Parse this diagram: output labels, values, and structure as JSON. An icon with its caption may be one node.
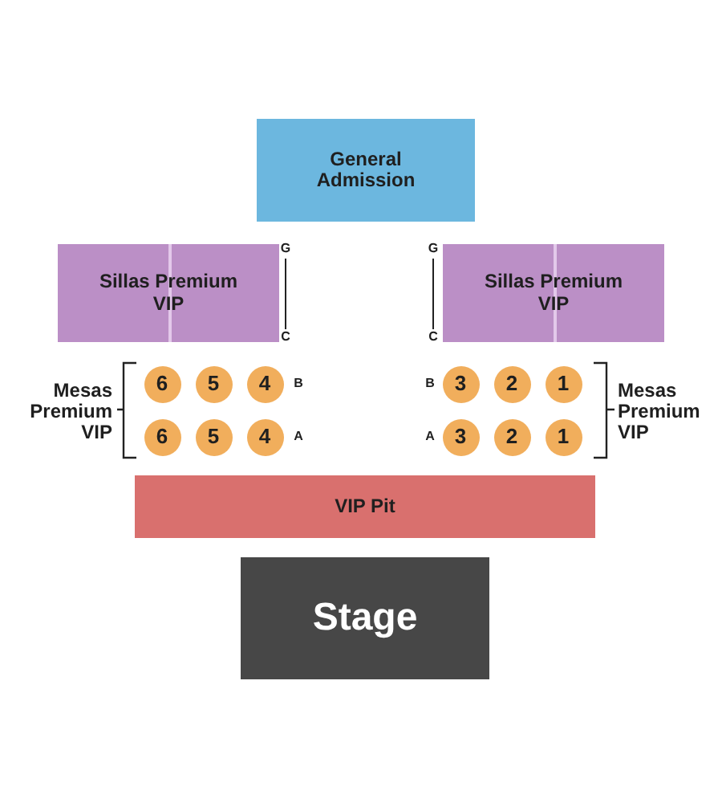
{
  "diagram": {
    "nodes": [
      {
        "text": [
          "General Admission"
        ]
      },
      {
        "text": [
          "Sillas Premium VIP"
        ]
      },
      {
        "text": [
          "Sillas Premium VIP"
        ]
      },
      {
        "text": [
          "6"
        ]
      },
      {
        "text": [
          "5"
        ]
      },
      {
        "text": [
          "4"
        ]
      },
      {
        "text": [
          "3"
        ]
      },
      {
        "text": [
          "2"
        ]
      },
      {
        "text": [
          "1"
        ]
      },
      {
        "text": [
          "6"
        ]
      },
      {
        "text": [
          "5"
        ]
      },
      {
        "text": [
          "4"
        ]
      },
      {
        "text": [
          "3"
        ]
      },
      {
        "text": [
          "2"
        ]
      },
      {
        "text": [
          "1"
        ]
      },
      {
        "text": [
          "VIP Pit"
        ]
      },
      {
        "text": [
          "Stage"
        ]
      }
    ],
    "labels": [
      "G",
      "G",
      "C",
      "C",
      "Mesas Premium VIP",
      "B",
      "B",
      "Mesas Premium VIP",
      "A",
      "A"
    ]
  }
}
